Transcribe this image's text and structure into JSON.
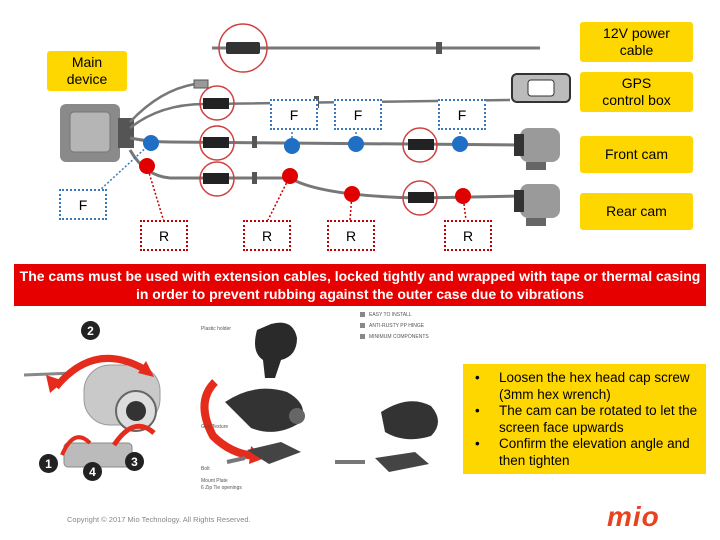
{
  "labels": {
    "main_device": "Main\ndevice",
    "power_cable": "12V power\ncable",
    "gps_box": "GPS\ncontrol box",
    "front_cam": "Front cam",
    "rear_cam": "Rear cam"
  },
  "tags": {
    "front": "F",
    "rear": "R"
  },
  "warning": "The cams must be used with extension cables, locked tightly and wrapped with tape or thermal casing in order to prevent rubbing against the outer case due to vibrations",
  "steps": [
    "Loosen the hex head cap screw (3mm hex wrench)",
    "The cam can be rotated to let the screen face upwards",
    "Confirm the elevation angle and then tighten"
  ],
  "step_bullet": "•",
  "callouts": [
    "1",
    "2",
    "3",
    "4"
  ],
  "mount_parts": {
    "plastic_holder": "Plastic holder",
    "grip_texture": "Grip Texture",
    "bolt": "Bolt",
    "mount_plate": "Mount Plate",
    "zip_tie": "6 Zip Tie openings"
  },
  "features": [
    "EASY TO INSTALL",
    "ANTI-RUSTY PP HINGE",
    "MINIMUM COMPONENTS"
  ],
  "copyright": "Copyright © 2017 Mio Technology. All Rights Reserved.",
  "logo": "mio",
  "colors": {
    "front_dot": "#1f6fc5",
    "rear_dot": "#e00000",
    "label_yellow": "#ffd700",
    "banner_red": "#e60000"
  }
}
